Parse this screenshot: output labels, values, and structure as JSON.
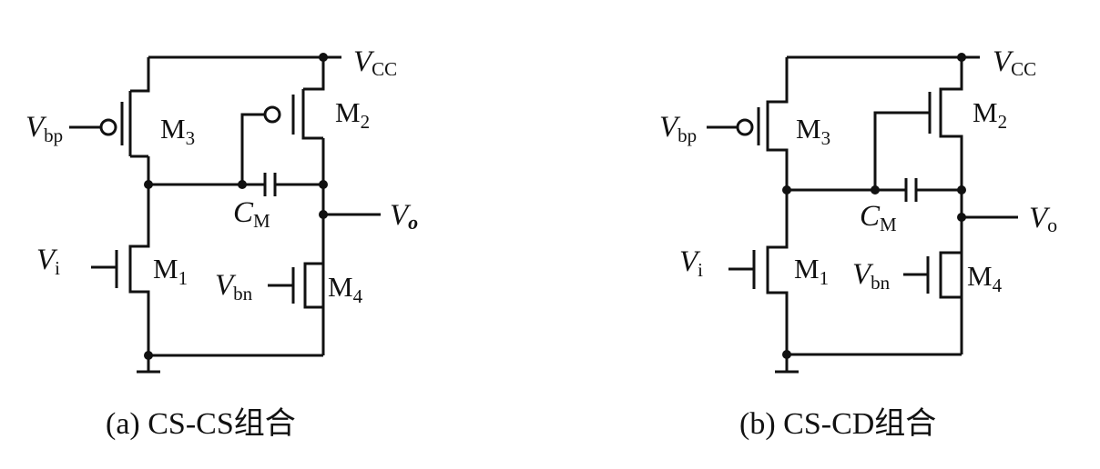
{
  "circuits": [
    {
      "caption_prefix": "(a) ",
      "caption_main": "CS-CS组合",
      "supply": {
        "v": "V",
        "sub": "CC"
      },
      "output": {
        "v": "V",
        "sub": "o"
      },
      "bias_p": {
        "v": "V",
        "sub": "bp"
      },
      "bias_n": {
        "v": "V",
        "sub": "bn"
      },
      "input": {
        "v": "V",
        "sub": "i"
      },
      "capacitor": {
        "v": "C",
        "sub": "M"
      },
      "transistors": {
        "m1": {
          "v": "M",
          "sub": "1"
        },
        "m2": {
          "v": "M",
          "sub": "2"
        },
        "m3": {
          "v": "M",
          "sub": "3"
        },
        "m4": {
          "v": "M",
          "sub": "4"
        }
      }
    },
    {
      "caption_prefix": "(b) ",
      "caption_main": "CS-CD组合",
      "supply": {
        "v": "V",
        "sub": "CC"
      },
      "output": {
        "v": "V",
        "sub": "o"
      },
      "bias_p": {
        "v": "V",
        "sub": "bp"
      },
      "bias_n": {
        "v": "V",
        "sub": "bn"
      },
      "input": {
        "v": "V",
        "sub": "i"
      },
      "capacitor": {
        "v": "C",
        "sub": "M"
      },
      "transistors": {
        "m1": {
          "v": "M",
          "sub": "1"
        },
        "m2": {
          "v": "M",
          "sub": "2"
        },
        "m3": {
          "v": "M",
          "sub": "3"
        },
        "m4": {
          "v": "M",
          "sub": "4"
        }
      }
    }
  ]
}
